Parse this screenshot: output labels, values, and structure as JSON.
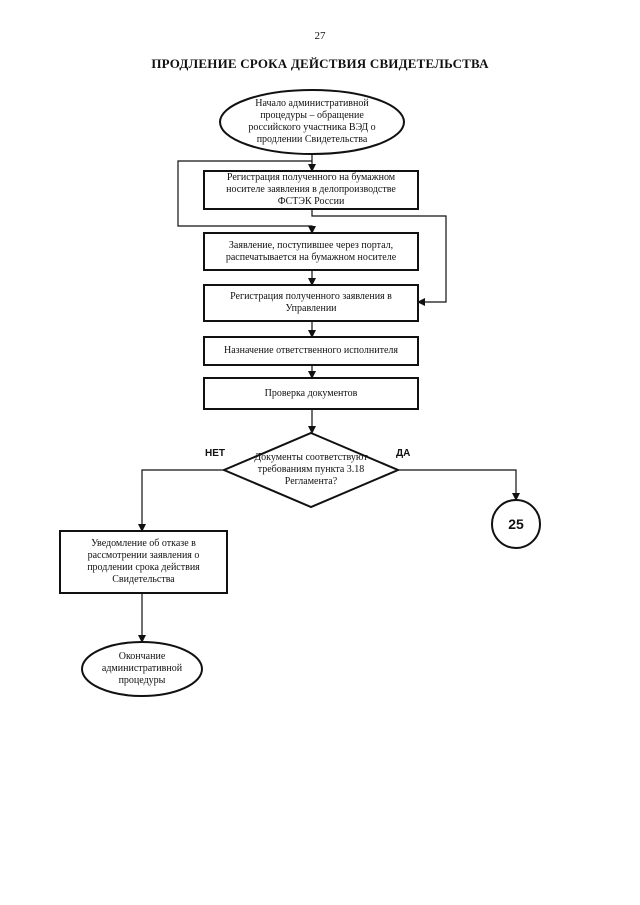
{
  "page_number": "27",
  "title": "ПРОДЛЕНИЕ СРОКА ДЕЙСТВИЯ СВИДЕТЕЛЬСТВА",
  "nodes": {
    "start": "Начало административной процедуры – обращение российского участника ВЭД о продлении Свидетельства",
    "register_paper": "Регистрация полученного на бумажном носителе заявления в делопроизводстве ФСТЭК России",
    "portal_print": "Заявление, поступившее через портал, распечатывается на бумажном носителе",
    "register_department": "Регистрация полученного заявления в Управлении",
    "assign_executor": "Назначение ответственного исполнителя",
    "check_documents": "Проверка документов",
    "decision": "Документы соответствуют требованиям пункта 3.18 Регламента?",
    "refusal_notice": "Уведомление об отказе в рассмотрении заявления о продлении срока действия Свидетельства",
    "end": "Окончание административной процедуры"
  },
  "labels": {
    "no": "НЕТ",
    "yes": "ДА"
  },
  "connector": "25"
}
